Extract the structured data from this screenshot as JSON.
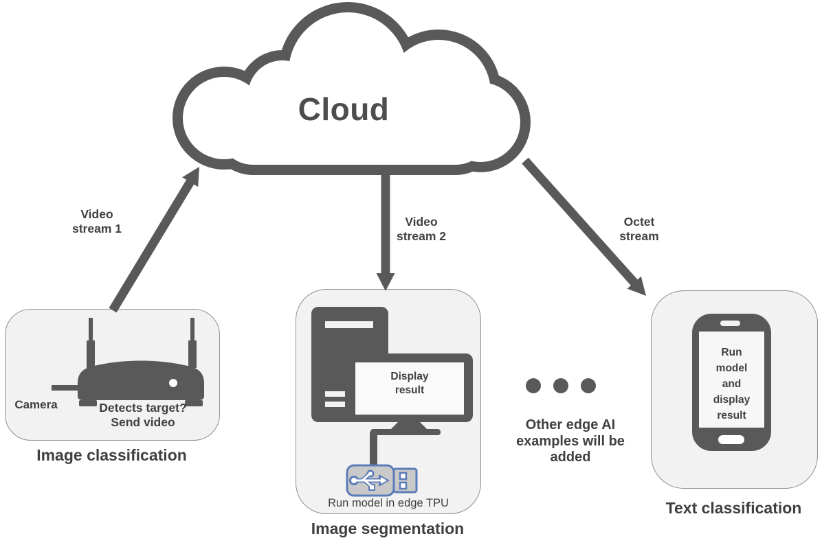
{
  "colors": {
    "shape_gray": "#595959",
    "text_gray": "#404040",
    "box_fill": "#f2f2f2",
    "box_border": "#8f8f8f",
    "usb_border": "#5b7cb8",
    "usb_body_fill": "#c9c9c9",
    "screen_fill": "#fafafa"
  },
  "cloud": {
    "label": "Cloud",
    "icon": "cloud-icon"
  },
  "streams": {
    "video1": {
      "line1": "Video",
      "line2": "stream 1"
    },
    "video2": {
      "line1": "Video",
      "line2": "stream 2"
    },
    "octet": {
      "line1": "Octet",
      "line2": "stream"
    }
  },
  "image_classification": {
    "caption": "Image classification",
    "camera_label": "Camera",
    "device_line1": "Detects target?",
    "device_line2": "Send video",
    "icon": "wifi-camera-device-icon"
  },
  "image_segmentation": {
    "caption": "Image segmentation",
    "screen_line1": "Display",
    "screen_line2": "result",
    "usb_label": "Run model in edge TPU",
    "icons": [
      "desktop-tower-icon",
      "monitor-icon",
      "usb-accelerator-icon"
    ]
  },
  "other_examples": {
    "line1": "Other edge AI",
    "line2": "examples will be",
    "line3": "added",
    "icon": "ellipsis-dots-icon"
  },
  "text_classification": {
    "caption": "Text classification",
    "screen_line1": "Run",
    "screen_line2": "model",
    "screen_line3": "and",
    "screen_line4": "display",
    "screen_line5": "result",
    "icon": "smartphone-icon"
  }
}
